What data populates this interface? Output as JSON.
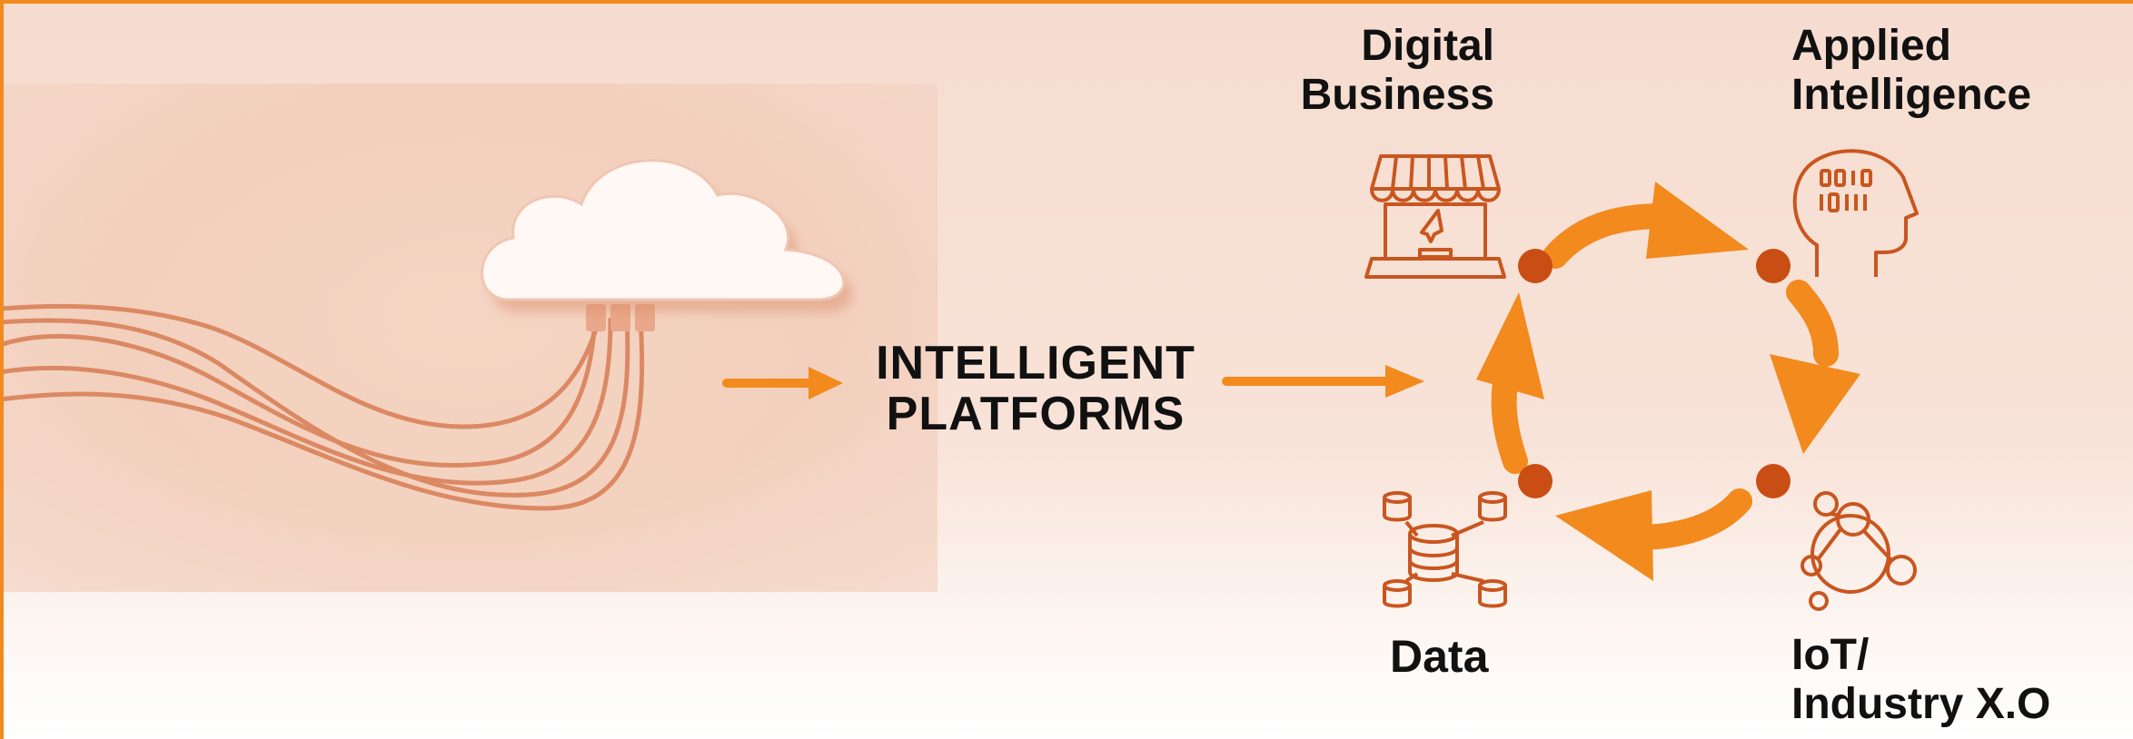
{
  "center_label": "INTELLIGENT\nPLATFORMS",
  "nodes": {
    "digital_business": "Digital\nBusiness",
    "applied_intelligence": "Applied\nIntelligence",
    "data": "Data",
    "iot": "IoT/\nIndustry X.O"
  },
  "colors": {
    "accent": "#f28a1e",
    "node_dot": "#c94e14",
    "icon": "#c9561f",
    "text": "#111111"
  },
  "icons": [
    "storefront-laptop-icon",
    "ai-head-icon",
    "database-network-icon",
    "iot-network-icon",
    "cloud-cables-image"
  ]
}
